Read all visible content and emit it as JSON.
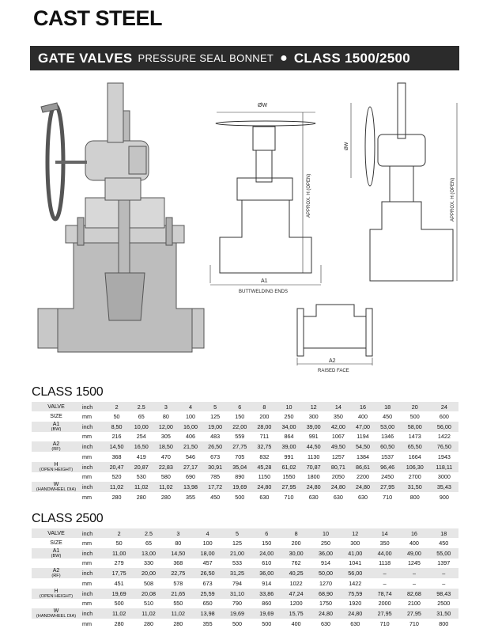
{
  "title": "CAST STEEL",
  "banner": {
    "part1": "GATE VALVES",
    "part2": "PRESSURE SEAL BONNET",
    "separator": "●",
    "part3": "CLASS 1500/2500"
  },
  "drawing_labels": {
    "dia_w_top": "ØW",
    "dia_w_side": "ØW",
    "approx_h_1": "APPROX. H (OPEN)",
    "approx_h_2": "APPROX. H (OPEN)",
    "a1": "A1",
    "buttwelding": "BUTTWELDING ENDS",
    "a2": "A2",
    "raised_face": "RAISED FACE"
  },
  "class1500": {
    "heading": "CLASS 1500",
    "rows": [
      {
        "label": "VALVE",
        "sub": "",
        "unit": "inch",
        "values": [
          "2",
          "2.5",
          "3",
          "4",
          "5",
          "6",
          "8",
          "10",
          "12",
          "14",
          "16",
          "18",
          "20",
          "24"
        ]
      },
      {
        "label": "SIZE",
        "sub": "",
        "unit": "mm",
        "values": [
          "50",
          "65",
          "80",
          "100",
          "125",
          "150",
          "200",
          "250",
          "300",
          "350",
          "400",
          "450",
          "500",
          "600"
        ]
      },
      {
        "label": "A1",
        "sub": "(BW)",
        "unit": "inch",
        "values": [
          "8,50",
          "10,00",
          "12,00",
          "16,00",
          "19,00",
          "22,00",
          "28,00",
          "34,00",
          "39,00",
          "42,00",
          "47,00",
          "53,00",
          "58,00",
          "56,00"
        ]
      },
      {
        "label": "",
        "sub": "",
        "unit": "mm",
        "values": [
          "216",
          "254",
          "305",
          "406",
          "483",
          "559",
          "711",
          "864",
          "991",
          "1067",
          "1194",
          "1346",
          "1473",
          "1422"
        ]
      },
      {
        "label": "A2",
        "sub": "(RF)",
        "unit": "inch",
        "values": [
          "14,50",
          "16,50",
          "18,50",
          "21,50",
          "26,50",
          "27,75",
          "32,75",
          "39,00",
          "44,50",
          "49,50",
          "54,50",
          "60,50",
          "65,50",
          "76,50"
        ]
      },
      {
        "label": "",
        "sub": "",
        "unit": "mm",
        "values": [
          "368",
          "419",
          "470",
          "546",
          "673",
          "705",
          "832",
          "991",
          "1130",
          "1257",
          "1384",
          "1537",
          "1664",
          "1943"
        ]
      },
      {
        "label": "H",
        "sub": "(OPEN HEIGHT)",
        "unit": "inch",
        "values": [
          "20,47",
          "20,87",
          "22,83",
          "27,17",
          "30,91",
          "35,04",
          "45,28",
          "61,02",
          "70,87",
          "80,71",
          "86,61",
          "96,46",
          "106,30",
          "118,11"
        ]
      },
      {
        "label": "",
        "sub": "",
        "unit": "mm",
        "values": [
          "520",
          "530",
          "580",
          "690",
          "785",
          "890",
          "1150",
          "1550",
          "1800",
          "2050",
          "2200",
          "2450",
          "2700",
          "3000"
        ]
      },
      {
        "label": "W",
        "sub": "(HANDWHEEL DIA)",
        "unit": "inch",
        "values": [
          "11,02",
          "11,02",
          "11,02",
          "13,98",
          "17,72",
          "19,69",
          "24,80",
          "27,95",
          "24,80",
          "24,80",
          "24,80",
          "27,95",
          "31,50",
          "35,43"
        ]
      },
      {
        "label": "",
        "sub": "",
        "unit": "mm",
        "values": [
          "280",
          "280",
          "280",
          "355",
          "450",
          "500",
          "630",
          "710",
          "630",
          "630",
          "630",
          "710",
          "800",
          "900"
        ]
      }
    ]
  },
  "class2500": {
    "heading": "CLASS 2500",
    "rows": [
      {
        "label": "VALVE",
        "sub": "",
        "unit": "inch",
        "values": [
          "2",
          "2.5",
          "3",
          "4",
          "5",
          "6",
          "8",
          "10",
          "12",
          "14",
          "16",
          "18"
        ]
      },
      {
        "label": "SIZE",
        "sub": "",
        "unit": "mm",
        "values": [
          "50",
          "65",
          "80",
          "100",
          "125",
          "150",
          "200",
          "250",
          "300",
          "350",
          "400",
          "450"
        ]
      },
      {
        "label": "A1",
        "sub": "(BW)",
        "unit": "inch",
        "values": [
          "11,00",
          "13,00",
          "14,50",
          "18,00",
          "21,00",
          "24,00",
          "30,00",
          "36,00",
          "41,00",
          "44,00",
          "49,00",
          "55,00"
        ]
      },
      {
        "label": "",
        "sub": "",
        "unit": "mm",
        "values": [
          "279",
          "330",
          "368",
          "457",
          "533",
          "610",
          "762",
          "914",
          "1041",
          "1118",
          "1245",
          "1397"
        ]
      },
      {
        "label": "A2",
        "sub": "(RF)",
        "unit": "inch",
        "values": [
          "17,75",
          "20,00",
          "22,75",
          "26,50",
          "31,25",
          "36,00",
          "40,25",
          "50,00",
          "56,00",
          "–",
          "–",
          "–"
        ]
      },
      {
        "label": "",
        "sub": "",
        "unit": "mm",
        "values": [
          "451",
          "508",
          "578",
          "673",
          "794",
          "914",
          "1022",
          "1270",
          "1422",
          "–",
          "–",
          "–"
        ]
      },
      {
        "label": "H",
        "sub": "(OPEN HEIGHT)",
        "unit": "inch",
        "values": [
          "19,69",
          "20,08",
          "21,65",
          "25,59",
          "31,10",
          "33,86",
          "47,24",
          "68,90",
          "75,59",
          "78,74",
          "82,68",
          "98,43"
        ]
      },
      {
        "label": "",
        "sub": "",
        "unit": "mm",
        "values": [
          "500",
          "510",
          "550",
          "650",
          "790",
          "860",
          "1200",
          "1750",
          "1920",
          "2000",
          "2100",
          "2500"
        ]
      },
      {
        "label": "W",
        "sub": "(HANDWHEEL DIA)",
        "unit": "inch",
        "values": [
          "11,02",
          "11,02",
          "11,02",
          "13,98",
          "19,69",
          "19,69",
          "15,75",
          "24,80",
          "24,80",
          "27,95",
          "27,95",
          "31,50"
        ]
      },
      {
        "label": "",
        "sub": "",
        "unit": "mm",
        "values": [
          "280",
          "280",
          "280",
          "355",
          "500",
          "500",
          "400",
          "630",
          "630",
          "710",
          "710",
          "800"
        ]
      }
    ]
  }
}
